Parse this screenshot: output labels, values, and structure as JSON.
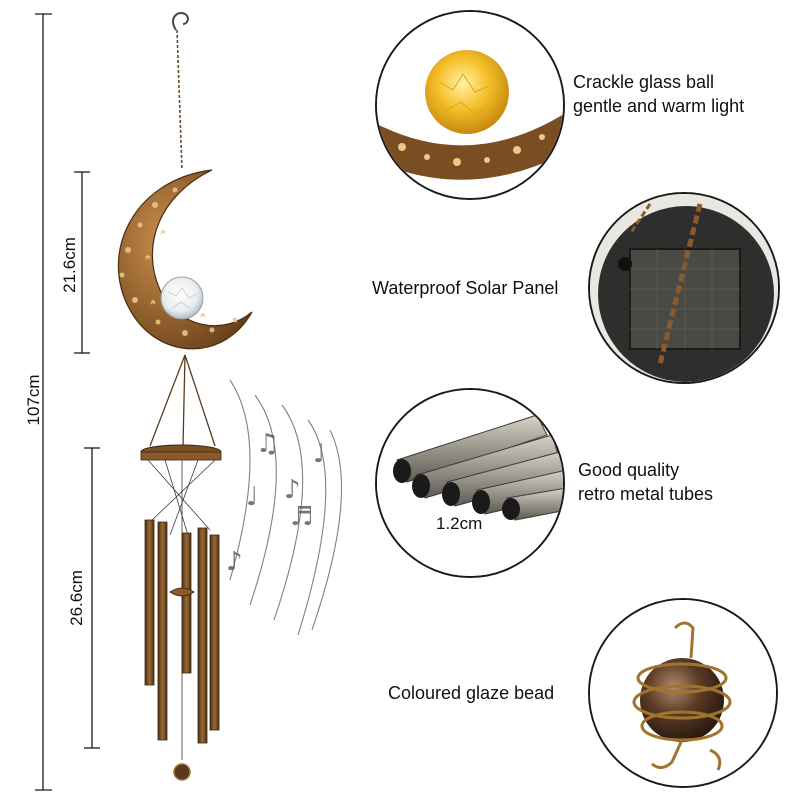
{
  "dimensions": {
    "total_height": "107cm",
    "moon_height": "21.6cm",
    "chime_height": "26.6cm"
  },
  "features": {
    "glass_ball": {
      "line1": "Crackle glass ball",
      "line2": "gentle and warm light"
    },
    "solar_panel": {
      "label": "Waterproof Solar Panel"
    },
    "tubes": {
      "line1": "Good quality",
      "line2": "retro metal tubes",
      "diameter": "1.2cm"
    },
    "glaze_bead": {
      "label": "Coloured glaze bead"
    }
  },
  "colors": {
    "bronze": "#8a5a2b",
    "bronze_light": "#c08a4a",
    "glow": "#f6c02a",
    "tube": "#6f4a22",
    "silver_tube": "#9a968c",
    "panel": "#2e2e2c"
  }
}
